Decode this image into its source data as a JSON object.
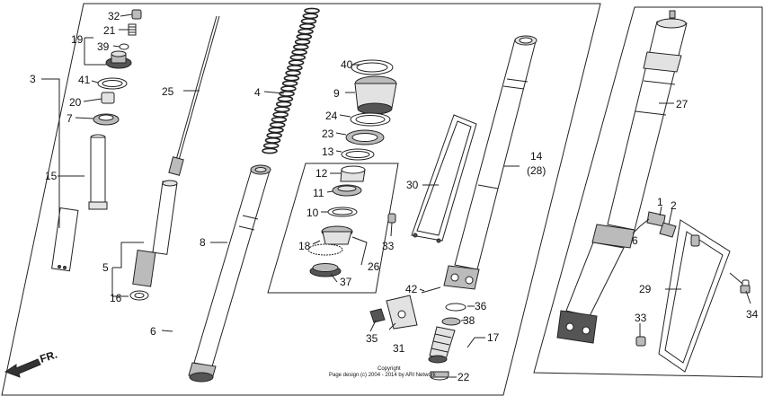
{
  "callouts": {
    "c1": "1",
    "c2": "2",
    "c3": "3",
    "c4": "4",
    "c5": "5",
    "c6a": "6",
    "c6b": "6",
    "c7": "7",
    "c8": "8",
    "c9": "9",
    "c10": "10",
    "c11": "11",
    "c12": "12",
    "c13": "13",
    "c14": "14",
    "c14b": "(28)",
    "c15": "15",
    "c16": "16",
    "c17": "17",
    "c18": "18",
    "c19": "19",
    "c20": "20",
    "c21": "21",
    "c22": "22",
    "c23": "23",
    "c24": "24",
    "c25": "25",
    "c26": "26",
    "c27": "27",
    "c29": "29",
    "c30": "30",
    "c31": "31",
    "c32": "32",
    "c33a": "33",
    "c33b": "33",
    "c34": "34",
    "c35": "35",
    "c36": "36",
    "c37": "37",
    "c38": "38",
    "c39": "39",
    "c40": "40",
    "c41": "41",
    "c42": "42"
  },
  "front_label": "FR.",
  "copyright_line1": "Copyright",
  "copyright_line2": "Page design (c) 2004 - 2014 by ARI Network",
  "colors": {
    "ink": "#222222",
    "background": "#ffffff"
  },
  "icons": {
    "front_arrow": "front-arrow-icon"
  }
}
